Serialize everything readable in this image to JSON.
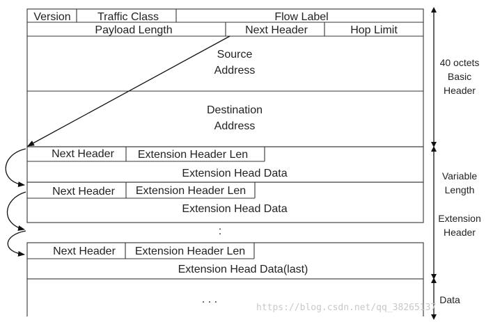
{
  "header": {
    "version": "Version",
    "traffic_class": "Traffic Class",
    "flow_label": "Flow Label",
    "payload_length": "Payload Length",
    "next_header": "Next Header",
    "hop_limit": "Hop Limit",
    "source_line1": "Source",
    "source_line2": "Address",
    "dest_line1": "Destination",
    "dest_line2": "Address"
  },
  "extensions": [
    {
      "next_header": "Next Header",
      "ext_len": "Extension Header Len",
      "data": "Extension Head Data"
    },
    {
      "next_header": "Next Header",
      "ext_len": "Extension Header Len",
      "data": "Extension Head Data"
    },
    {
      "next_header": "Next Header",
      "ext_len": "Extension Header Len",
      "data": "Extension Head Data(last)"
    }
  ],
  "ellipsis_vertical": ":",
  "data_ellipsis": ". . .",
  "side": {
    "basic_line1": "40 octets",
    "basic_line2": "Basic",
    "basic_line3": "Header",
    "var_line1": "Variable",
    "var_line2": "Length",
    "ext_line1": "Extension",
    "ext_line2": "Header",
    "data": "Data"
  },
  "watermark": "https://blog.csdn.net/qq_38265137"
}
